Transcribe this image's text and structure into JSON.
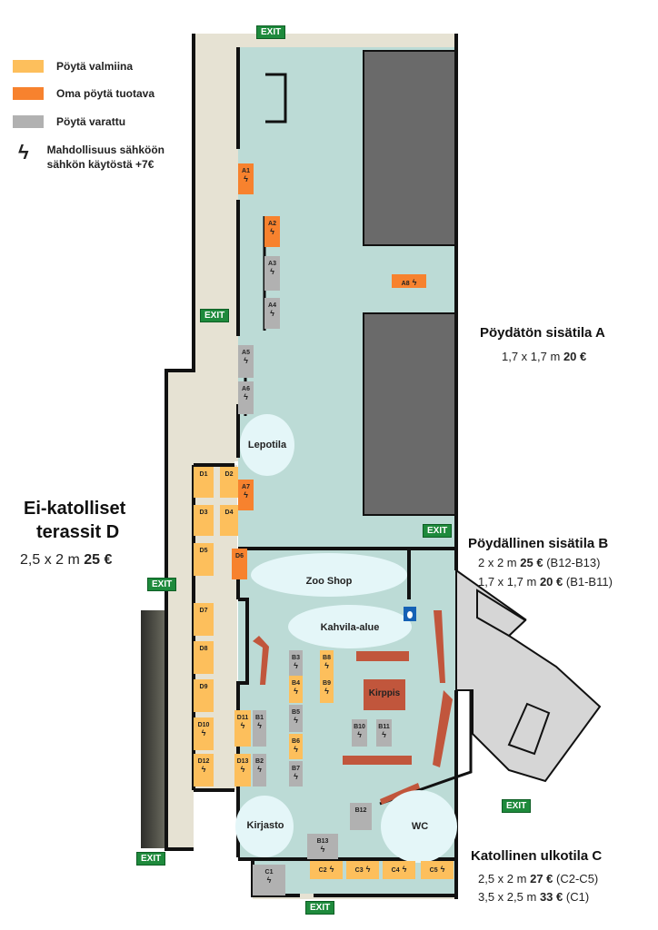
{
  "legend": {
    "ready": {
      "label": "Pöytä valmiina",
      "color": "#fdbf5c"
    },
    "own": {
      "label": "Oma pöytä tuotava",
      "color": "#f7822e"
    },
    "reserved": {
      "label": "Pöytä varattu",
      "color": "#b1b1b1"
    },
    "electricity": {
      "label_line1": "Mahdollisuus sähköön",
      "label_line2": "sähkön käytöstä +7€",
      "icon": "bolt-icon"
    }
  },
  "zones": {
    "a": {
      "title": "Pöydätön sisätila A",
      "price_size": "1,7 x 1,7 m",
      "price_value": "20 €"
    },
    "b": {
      "title": "Pöydällinen sisätila B",
      "price1_size": "2 x 2 m",
      "price1_value": "25 €",
      "price1_note": "(B12-B13)",
      "price2_size": "1,7 x 1,7 m",
      "price2_value": "20 €",
      "price2_note": "(B1-B11)"
    },
    "c": {
      "title": "Katollinen ulkotila C",
      "price1_size": "2,5 x 2 m",
      "price1_value": "27 €",
      "price1_note": "(C2-C5)",
      "price2_size": "3,5 x 2,5 m",
      "price2_value": "33 €",
      "price2_note": "(C1)"
    },
    "d": {
      "title_line1": "Ei-katolliset",
      "title_line2": "terassit D",
      "price_size": "2,5 x 2 m",
      "price_value": "25 €"
    }
  },
  "rooms": {
    "lepotila": "Lepotila",
    "zoo_shop": "Zoo Shop",
    "kahvila": "Kahvila-alue",
    "kirppis": "Kirppis",
    "kirjasto": "Kirjasto",
    "wc": "WC"
  },
  "exit_label": "EXIT",
  "tables": {
    "A1": "A1",
    "A2": "A2",
    "A3": "A3",
    "A4": "A4",
    "A5": "A5",
    "A6": "A6",
    "A7": "A7",
    "A8": "A8",
    "B1": "B1",
    "B2": "B2",
    "B3": "B3",
    "B4": "B4",
    "B5": "B5",
    "B6": "B6",
    "B7": "B7",
    "B8": "B8",
    "B9": "B9",
    "B10": "B10",
    "B11": "B11",
    "B12": "B12",
    "B13": "B13",
    "C1": "C1",
    "C2": "C2",
    "C3": "C3",
    "C4": "C4",
    "C5": "C5",
    "D1": "D1",
    "D2": "D2",
    "D3": "D3",
    "D4": "D4",
    "D5": "D5",
    "D6": "D6",
    "D7": "D7",
    "D8": "D8",
    "D9": "D9",
    "D10": "D10",
    "D11": "D11",
    "D12": "D12",
    "D13": "D13"
  }
}
